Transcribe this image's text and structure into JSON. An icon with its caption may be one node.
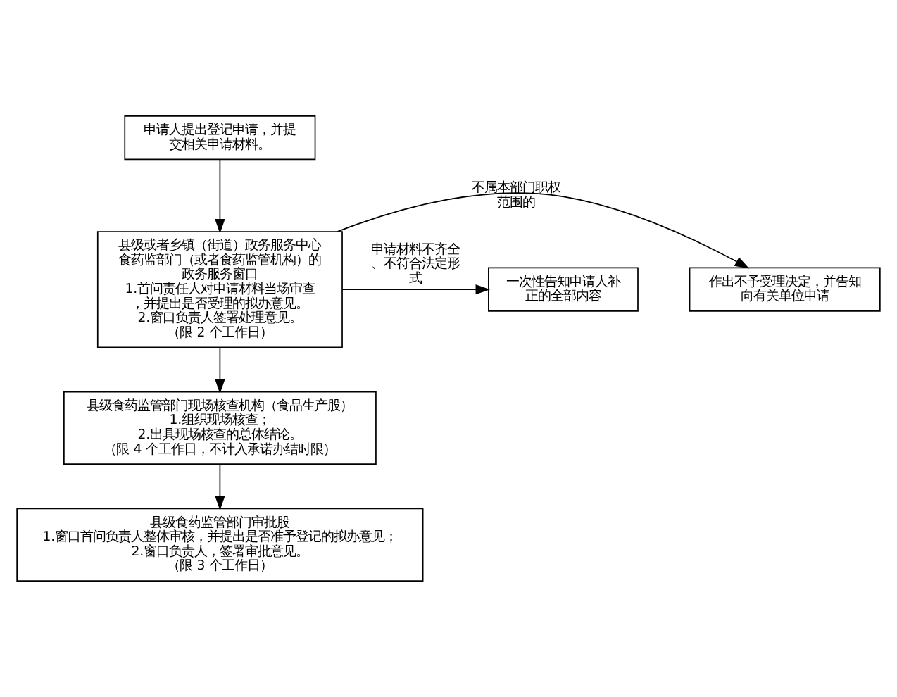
{
  "diagram": {
    "nodes": [
      {
        "text": [
          "申请人提出登记申请，并提交相关申请材料。"
        ]
      },
      {
        "text": [
          "县级或者乡镇（街道）政务服务中心食药监部门（或者食药监管机构）的政务服务窗口",
          "1.首问责任人对申请材料当场审查，并提出是否受理的拟办意见。",
          "2.窗口负责人签署处理意见。",
          "（限 2 个工作日）"
        ]
      },
      {
        "text": [
          "作出不予受理决定，并告知向有关单位申请"
        ]
      },
      {
        "text": [
          "一次性告知申请人补正的全部内容"
        ]
      },
      {
        "text": [
          "县级食药监管部门现场核查机构（食品生产股）",
          "1.组织现场核查；",
          "2.出具现场核查的总体结论。",
          "（限 4 个工作日，不计入承诺办结时限）"
        ]
      },
      {
        "text": [
          "县级食药监管部门审批股",
          "1.窗口首问负责人整体审核，并提出是否准予登记的拟办意见；",
          "2.窗口负责人，签署审批意见。",
          "（限 3 个工作日）"
        ]
      }
    ],
    "edges": [
      {
        "from": 0,
        "to": 1,
        "arrow": "to"
      },
      {
        "from": 1,
        "to": 2,
        "arrow": "to",
        "label": "不属本部门职权范围的"
      },
      {
        "from": 1,
        "to": 3,
        "arrow": "to",
        "label": "申请材料不齐全、不符合法定形式"
      },
      {
        "from": 1,
        "to": 4,
        "arrow": "to"
      },
      {
        "from": 4,
        "to": 5,
        "arrow": "to"
      }
    ]
  }
}
